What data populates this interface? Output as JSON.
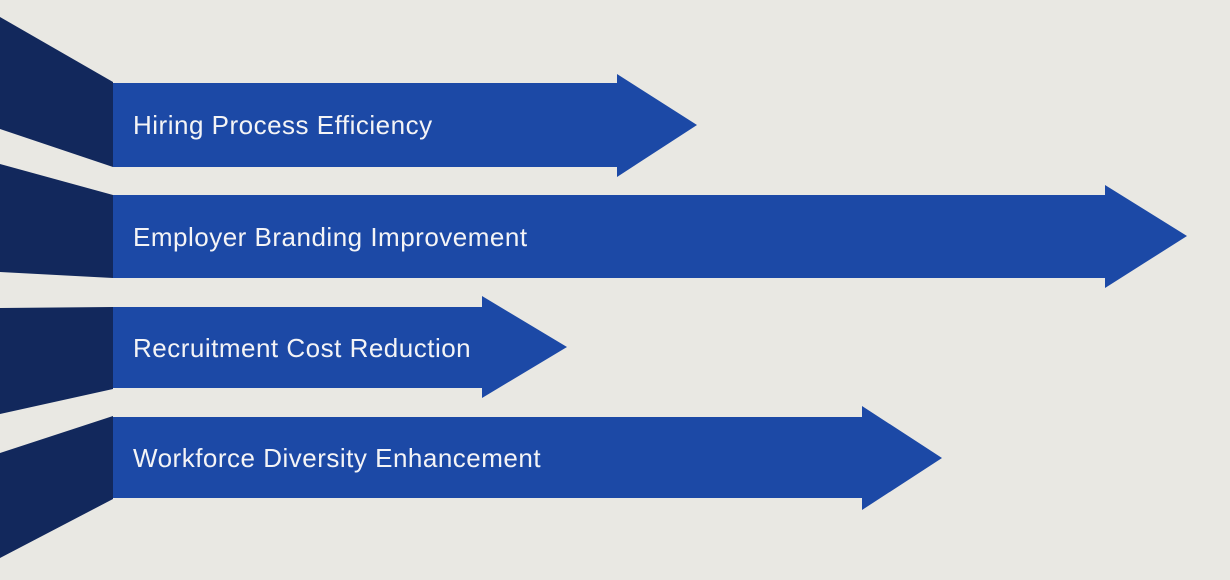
{
  "diagram": {
    "type": "arrow-list-infographic",
    "arrows": [
      {
        "label": "Hiring Process Efficiency"
      },
      {
        "label": "Employer Branding Improvement"
      },
      {
        "label": "Recruitment Cost Reduction"
      },
      {
        "label": "Workforce Diversity Enhancement"
      }
    ]
  },
  "colors": {
    "background": "#E9E8E3",
    "arrow_blue": "#1C49A6",
    "ribbon_navy": "#12285C",
    "label_text": "#F4F4F6"
  }
}
